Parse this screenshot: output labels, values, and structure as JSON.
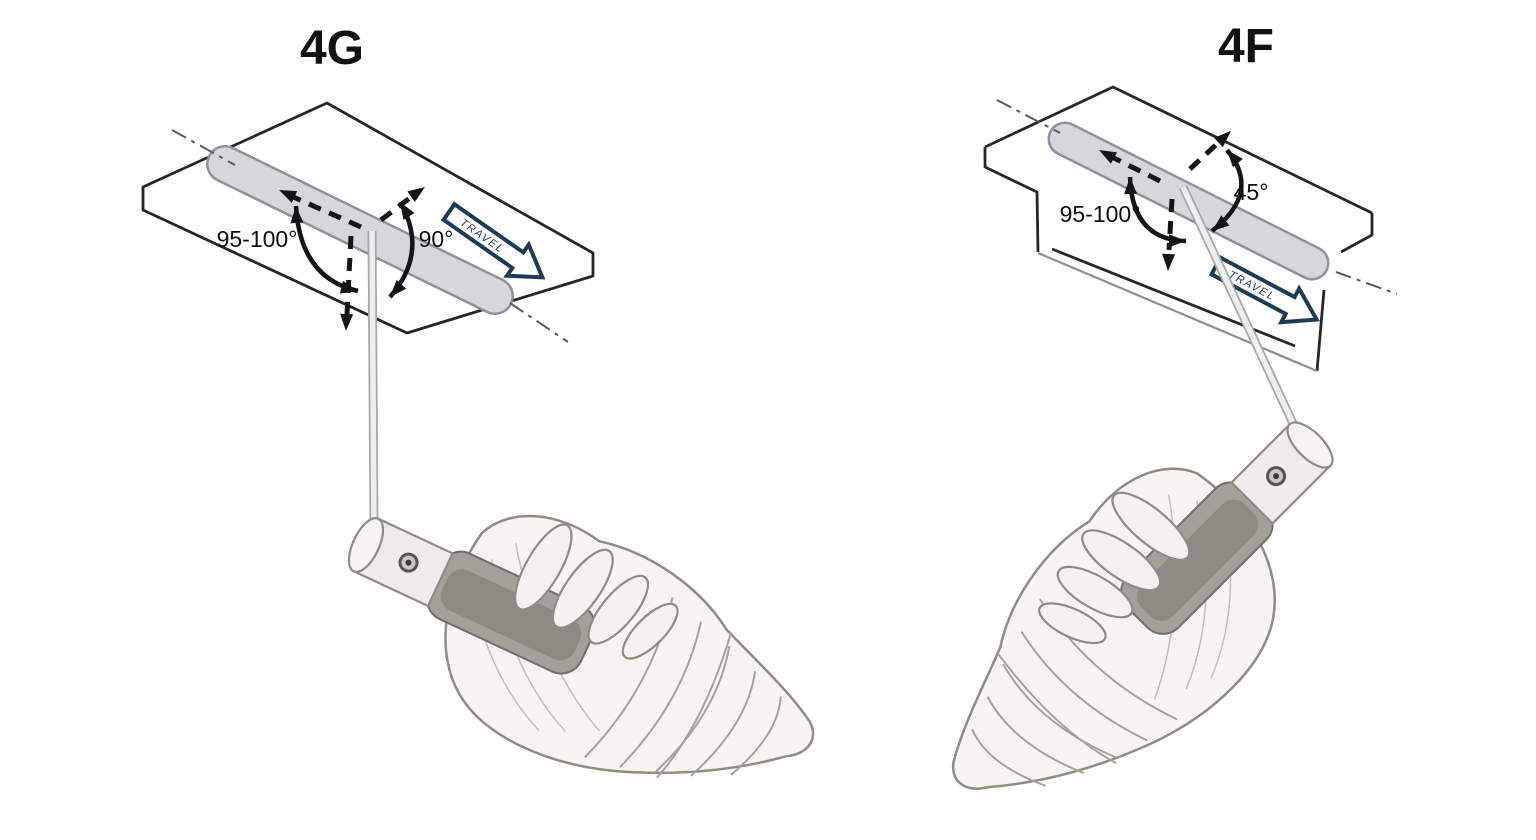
{
  "left": {
    "title": "4G",
    "electrode_angle_label": "95-100°",
    "work_angle_label": "90°",
    "travel_label": "TRAVEL"
  },
  "right": {
    "title": "4F",
    "electrode_angle_label": "95-100°",
    "work_angle_label": "45°",
    "travel_label": "TRAVEL"
  },
  "colors": {
    "line": "#262626",
    "travel_arrow": "#1d3b54",
    "bead_fill": "#d5d7da",
    "bead_outline": "#8e9398",
    "background": "#ffffff"
  }
}
